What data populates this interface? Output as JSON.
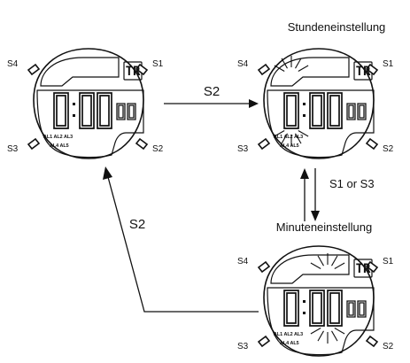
{
  "labels": {
    "hour_setting": "Stundeneinstellung",
    "minute_setting": "Minuteneinstellung",
    "arrow_top": "S2",
    "arrow_return": "S2",
    "arrow_switch": "S1 or S3"
  },
  "watch": {
    "buttons": {
      "s1": "S1",
      "s2": "S2",
      "s3": "S3",
      "s4": "S4"
    },
    "mode": "TR",
    "time": "0:00",
    "seconds": "00",
    "alarms_row1": "AL1 AL2 AL3",
    "alarms_row2": "AL4 AL5"
  },
  "watches": [
    {
      "id": "normal",
      "flashing": "none"
    },
    {
      "id": "hour",
      "flashing": "hours",
      "caption": "hour_setting"
    },
    {
      "id": "minute",
      "flashing": "minutes",
      "caption": "minute_setting"
    }
  ]
}
